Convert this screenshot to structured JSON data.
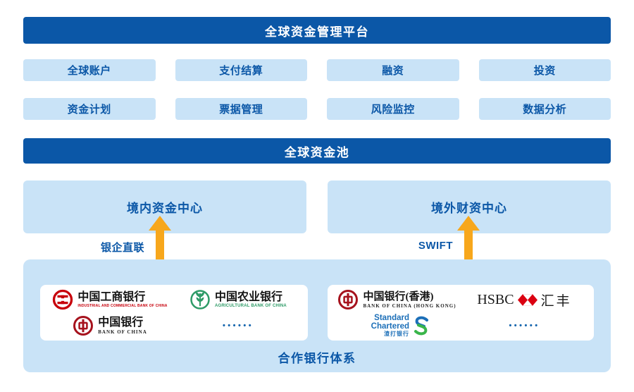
{
  "colors": {
    "primary_blue": "#0b57a7",
    "light_blue": "#c9e3f7",
    "arrow_orange": "#f7a71c",
    "icbc_red": "#c7000b",
    "abc_green": "#2e9b67",
    "boc_red": "#a6121d",
    "hsbc_red": "#db0011",
    "scb_blue": "#1c6fb8",
    "scb_green": "#39b54a",
    "ellipsis_blue": "#1565ad"
  },
  "platform": {
    "title": "全球资金管理平台"
  },
  "modules": [
    "全球账户",
    "支付结算",
    "融资",
    "投资",
    "资金计划",
    "票据管理",
    "风险监控",
    "数据分析"
  ],
  "pool": {
    "title": "全球资金池"
  },
  "centers": {
    "domestic": {
      "label": "境内资金中心",
      "link": "银企直联"
    },
    "overseas": {
      "label": "境外财资中心",
      "link": "SWIFT"
    }
  },
  "icons": {
    "domestic_arrow": "double-headed-arrow",
    "overseas_arrow": "double-headed-arrow",
    "icbc": "icbc-logo",
    "abc": "abc-logo",
    "boc": "boc-logo",
    "bochk": "boc-logo",
    "hsbc": "hsbc-hexagon",
    "scb": "standard-chartered-s"
  },
  "partners": {
    "title": "合作银行体系",
    "domestic": [
      {
        "name": "中国工商银行",
        "subtitle": "INDUSTRIAL AND COMMERCIAL BANK OF CHINA"
      },
      {
        "name": "中国农业银行",
        "subtitle": "AGRICULTURAL BANK OF CHINA"
      },
      {
        "name": "中国银行",
        "subtitle": "BANK OF CHINA"
      },
      {
        "ellipsis": "••••••"
      }
    ],
    "overseas": [
      {
        "name": "中国银行(香港)",
        "subtitle": "BANK OF CHINA (HONG KONG)"
      },
      {
        "name_en": "HSBC",
        "name_cn": "汇丰"
      },
      {
        "name_en": "Standard Chartered",
        "name_cn": "渣打银行"
      },
      {
        "ellipsis": "••••••"
      }
    ]
  }
}
